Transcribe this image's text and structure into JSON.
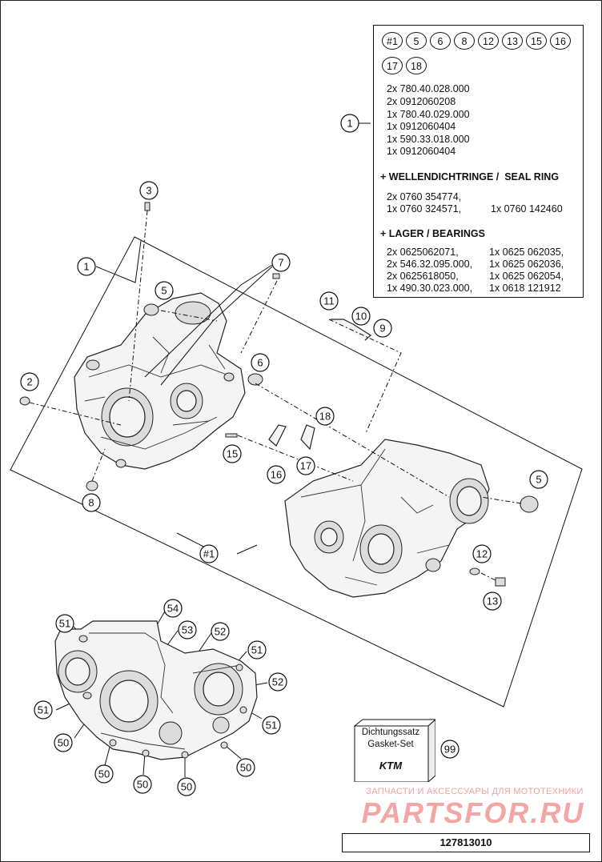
{
  "info_box": {
    "badges_row1": [
      "#1",
      "5",
      "6",
      "8",
      "12",
      "13",
      "15",
      "16"
    ],
    "badges_row2": [
      "17",
      "18"
    ],
    "parts": [
      "2x 780.40.028.000",
      "2x 0912060208",
      "1x 780.40.029.000",
      "1x 0912060404",
      "1x 590.33.018.000",
      "1x 0912060404"
    ],
    "seal_header": "+ WELLENDICHTRINGE /  SEAL RING",
    "seal_col1": [
      "2x 0760 354774,",
      "1x 0760 324571,"
    ],
    "seal_col2": [
      "",
      "1x 0760 142460"
    ],
    "bearing_header": "+ LAGER / BEARINGS",
    "bearing_col1": [
      "2x 0625062071,",
      "2x 546.32.095.000,",
      "2x 0625618050,",
      "1x 490.30.023.000,"
    ],
    "bearing_col2": [
      "1x 0625 062035,",
      "1x 0625 062036,",
      "1x 0625 062054,",
      "1x 0618 121912"
    ]
  },
  "callouts": {
    "c1_box": "1",
    "c1_main": "1",
    "c2": "2",
    "c3": "3",
    "c5a": "5",
    "c5b": "5",
    "c6": "6",
    "c7": "7",
    "c8": "8",
    "c9": "9",
    "c10": "10",
    "c11": "11",
    "c12": "12",
    "c13": "13",
    "c15": "15",
    "c16": "16",
    "c17": "17",
    "c18": "18",
    "c_hash1": "#1",
    "c54": "54",
    "c53": "53",
    "c52a": "52",
    "c52b": "52",
    "c51a": "51",
    "c51b": "51",
    "c51c": "51",
    "c51d": "51",
    "c50a": "50",
    "c50b": "50",
    "c50c": "50",
    "c50d": "50",
    "c50e": "50",
    "c99": "99"
  },
  "gasket_set": {
    "line1": "Dichtungssatz",
    "line2": "Gasket-Set",
    "logo": "KTM"
  },
  "watermark": {
    "top_line": "ЗАПЧАСТИ И АКСЕССУАРЫ ДЛЯ МОТОТЕХНИКИ",
    "brand": "PARTSFOR.RU",
    "color": "#f3a6a6"
  },
  "footer": {
    "code": "127813010"
  }
}
